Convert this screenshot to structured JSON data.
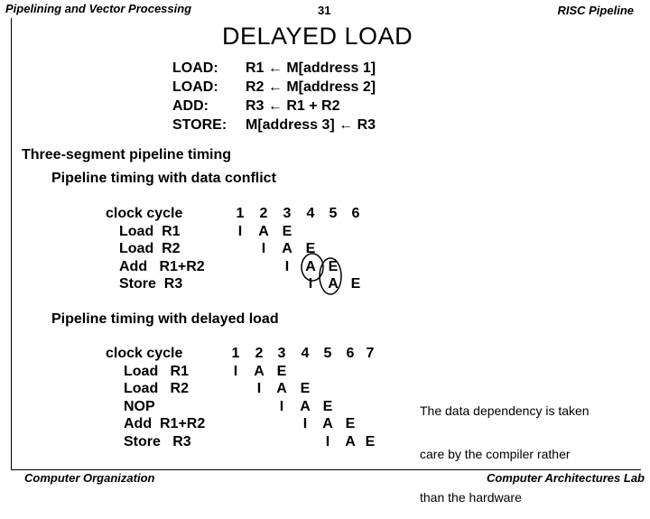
{
  "header": {
    "left": "Pipelining and Vector Processing",
    "page_number": "31",
    "right": "RISC Pipeline"
  },
  "title": "DELAYED LOAD",
  "instructions": [
    {
      "op": "LOAD:",
      "expr": "R1 ← M[address 1]"
    },
    {
      "op": "LOAD:",
      "expr": "R2 ← M[address 2]"
    },
    {
      "op": "ADD:",
      "expr": "R3 ← R1 + R2"
    },
    {
      "op": "STORE:",
      "expr": "M[address 3] ← R3"
    }
  ],
  "section_main": "Three-segment pipeline timing",
  "conflict": {
    "heading": "Pipeline timing with data conflict",
    "header_label": "clock cycle",
    "clocks": [
      "1",
      "2",
      "3",
      "4",
      "5",
      "6"
    ],
    "rows": [
      {
        "label": "Load  R1",
        "cells": [
          "I",
          "A",
          "E",
          "",
          "",
          ""
        ]
      },
      {
        "label": "Load  R2",
        "cells": [
          "",
          "I",
          "A",
          "E",
          "",
          ""
        ]
      },
      {
        "label": "Add   R1+R2",
        "cells": [
          "",
          "",
          "I",
          "A",
          "E",
          ""
        ]
      },
      {
        "label": "Store  R3",
        "cells": [
          "",
          "",
          "",
          "I",
          "A",
          "E"
        ]
      }
    ]
  },
  "delayed": {
    "heading": "Pipeline timing with delayed load",
    "header_label": "clock cycle",
    "clocks": [
      "1",
      "2",
      "3",
      "4",
      "5",
      "6",
      "7"
    ],
    "rows": [
      {
        "label": "Load   R1",
        "cells": [
          "I",
          "A",
          "E",
          "",
          "",
          "",
          ""
        ]
      },
      {
        "label": "Load   R2",
        "cells": [
          "",
          "I",
          "A",
          "E",
          "",
          "",
          ""
        ]
      },
      {
        "label": "NOP",
        "cells": [
          "",
          "",
          "I",
          "A",
          "E",
          "",
          ""
        ]
      },
      {
        "label": "Add  R1+R2",
        "cells": [
          "",
          "",
          "",
          "I",
          "A",
          "E",
          ""
        ]
      },
      {
        "label": "Store   R3",
        "cells": [
          "",
          "",
          "",
          "",
          "I",
          "A",
          "E"
        ]
      }
    ]
  },
  "note": [
    "The data dependency is taken",
    "care by the compiler rather",
    "than the hardware"
  ],
  "footer": {
    "left": "Computer Organization",
    "right": "Computer Architectures Lab"
  }
}
